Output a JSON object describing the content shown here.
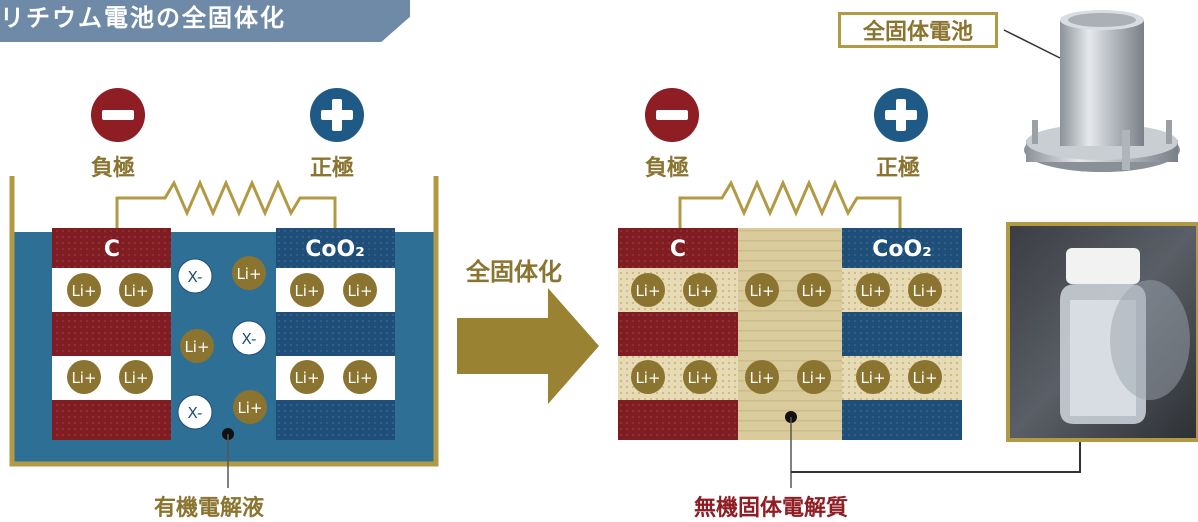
{
  "banner": {
    "title": "リチウム電池の全固体化"
  },
  "left": {
    "anode_label": "負極",
    "cathode_label": "正極",
    "anode_material": "C",
    "cathode_material": "CoO₂",
    "electrolyte_label": "有機電解液"
  },
  "right": {
    "anode_label": "負極",
    "cathode_label": "正極",
    "anode_material": "C",
    "cathode_material": "CoO₂",
    "electrolyte_label": "無機固体電解質"
  },
  "transition_label": "全固体化",
  "battery_photo_label": "全固体電池",
  "ion_labels": {
    "lithium": "Li+",
    "anion": "X-"
  },
  "colors": {
    "anode": "#7f1d22",
    "cathode": "#1f4e79",
    "electrolyte_liquid": "#2e6f96",
    "solid_electrolyte": "#d7c89a",
    "gold": "#a08a3e",
    "banner": "#6f8aa6"
  },
  "icons": [
    "minus-icon",
    "plus-icon",
    "arrow-right-icon",
    "battery-photo",
    "powder-bottle-photo"
  ]
}
